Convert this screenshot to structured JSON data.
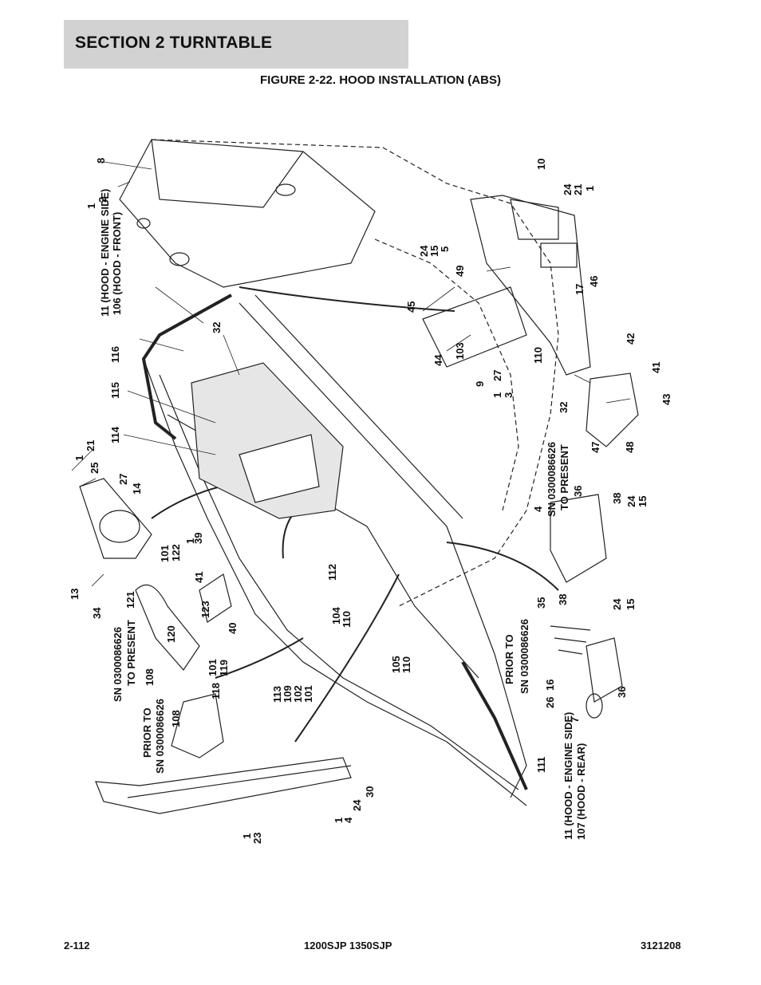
{
  "header": {
    "section": "SECTION 2   TURNTABLE"
  },
  "figure": {
    "title": "FIGURE 2-22. HOOD INSTALLATION (ABS)"
  },
  "callouts": [
    {
      "text": "8"
    },
    {
      "text": "2"
    },
    {
      "text": "1"
    },
    {
      "text": "11 (HOOD - ENGINE SIDE)"
    },
    {
      "text": "106 (HOOD - FRONT)"
    },
    {
      "text": "116"
    },
    {
      "text": "32"
    },
    {
      "text": "115"
    },
    {
      "text": "114"
    },
    {
      "text": "21"
    },
    {
      "text": "1"
    },
    {
      "text": "25"
    },
    {
      "text": "27"
    },
    {
      "text": "14"
    },
    {
      "text": "13"
    },
    {
      "text": "34"
    },
    {
      "text": "101"
    },
    {
      "text": "122"
    },
    {
      "text": "1"
    },
    {
      "text": "39"
    },
    {
      "text": "41"
    },
    {
      "text": "121"
    },
    {
      "text": "123"
    },
    {
      "text": "40"
    },
    {
      "text": "120"
    },
    {
      "text": "SN 0300086626"
    },
    {
      "text": "TO PRESENT"
    },
    {
      "text": "108"
    },
    {
      "text": "101"
    },
    {
      "text": "119"
    },
    {
      "text": "118"
    },
    {
      "text": "PRIOR TO"
    },
    {
      "text": "SN 0300086626"
    },
    {
      "text": "108"
    },
    {
      "text": "1"
    },
    {
      "text": "23"
    },
    {
      "text": "1"
    },
    {
      "text": "4"
    },
    {
      "text": "24"
    },
    {
      "text": "30"
    },
    {
      "text": "112"
    },
    {
      "text": "104"
    },
    {
      "text": "110"
    },
    {
      "text": "113"
    },
    {
      "text": "109"
    },
    {
      "text": "102"
    },
    {
      "text": "101"
    },
    {
      "text": "105"
    },
    {
      "text": "110"
    },
    {
      "text": "111"
    },
    {
      "text": "11 (HOOD - ENGINE SIDE)"
    },
    {
      "text": "107 (HOOD - REAR)"
    },
    {
      "text": "10"
    },
    {
      "text": "24"
    },
    {
      "text": "21"
    },
    {
      "text": "1"
    },
    {
      "text": "24"
    },
    {
      "text": "15"
    },
    {
      "text": "5"
    },
    {
      "text": "49"
    },
    {
      "text": "45"
    },
    {
      "text": "44"
    },
    {
      "text": "103"
    },
    {
      "text": "46"
    },
    {
      "text": "17"
    },
    {
      "text": "9"
    },
    {
      "text": "27"
    },
    {
      "text": "1"
    },
    {
      "text": "3"
    },
    {
      "text": "110"
    },
    {
      "text": "32"
    },
    {
      "text": "42"
    },
    {
      "text": "41"
    },
    {
      "text": "43"
    },
    {
      "text": "47"
    },
    {
      "text": "48"
    },
    {
      "text": "SN 0300086626"
    },
    {
      "text": "TO PRESENT"
    },
    {
      "text": "4"
    },
    {
      "text": "36"
    },
    {
      "text": "38"
    },
    {
      "text": "24"
    },
    {
      "text": "15"
    },
    {
      "text": "PRIOR TO"
    },
    {
      "text": "SN 0300086626"
    },
    {
      "text": "35"
    },
    {
      "text": "38"
    },
    {
      "text": "24"
    },
    {
      "text": "15"
    },
    {
      "text": "26"
    },
    {
      "text": "16"
    },
    {
      "text": "36"
    },
    {
      "text": "7"
    }
  ],
  "footer": {
    "page": "2-112",
    "model": "1200SJP 1350SJP",
    "doc": "3121208"
  }
}
